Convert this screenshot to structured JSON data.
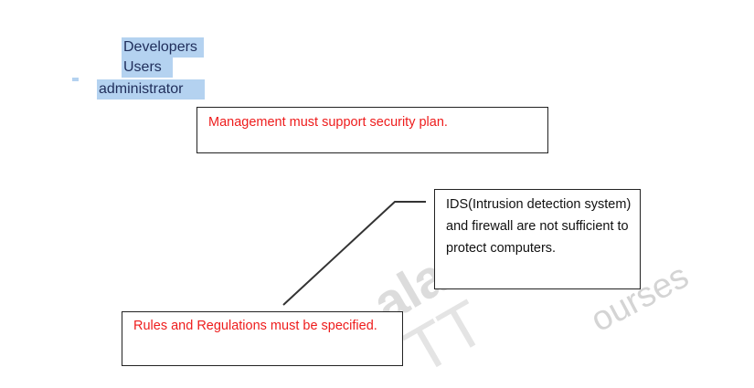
{
  "selected_list": {
    "items": [
      "Developers",
      "Users",
      "administrator"
    ]
  },
  "boxes": {
    "management": "Management must support security plan.",
    "ids": "IDS(Intrusion detection system) and firewall are not sufficient to protect computers.",
    "rules": "Rules and Regulations must be specified."
  },
  "watermark": {
    "text1": "ala",
    "text2": "TT",
    "text3": "ourses"
  },
  "colors": {
    "highlight": "#b4d2f0",
    "red_text": "#ee1c1c",
    "border": "#222222"
  }
}
